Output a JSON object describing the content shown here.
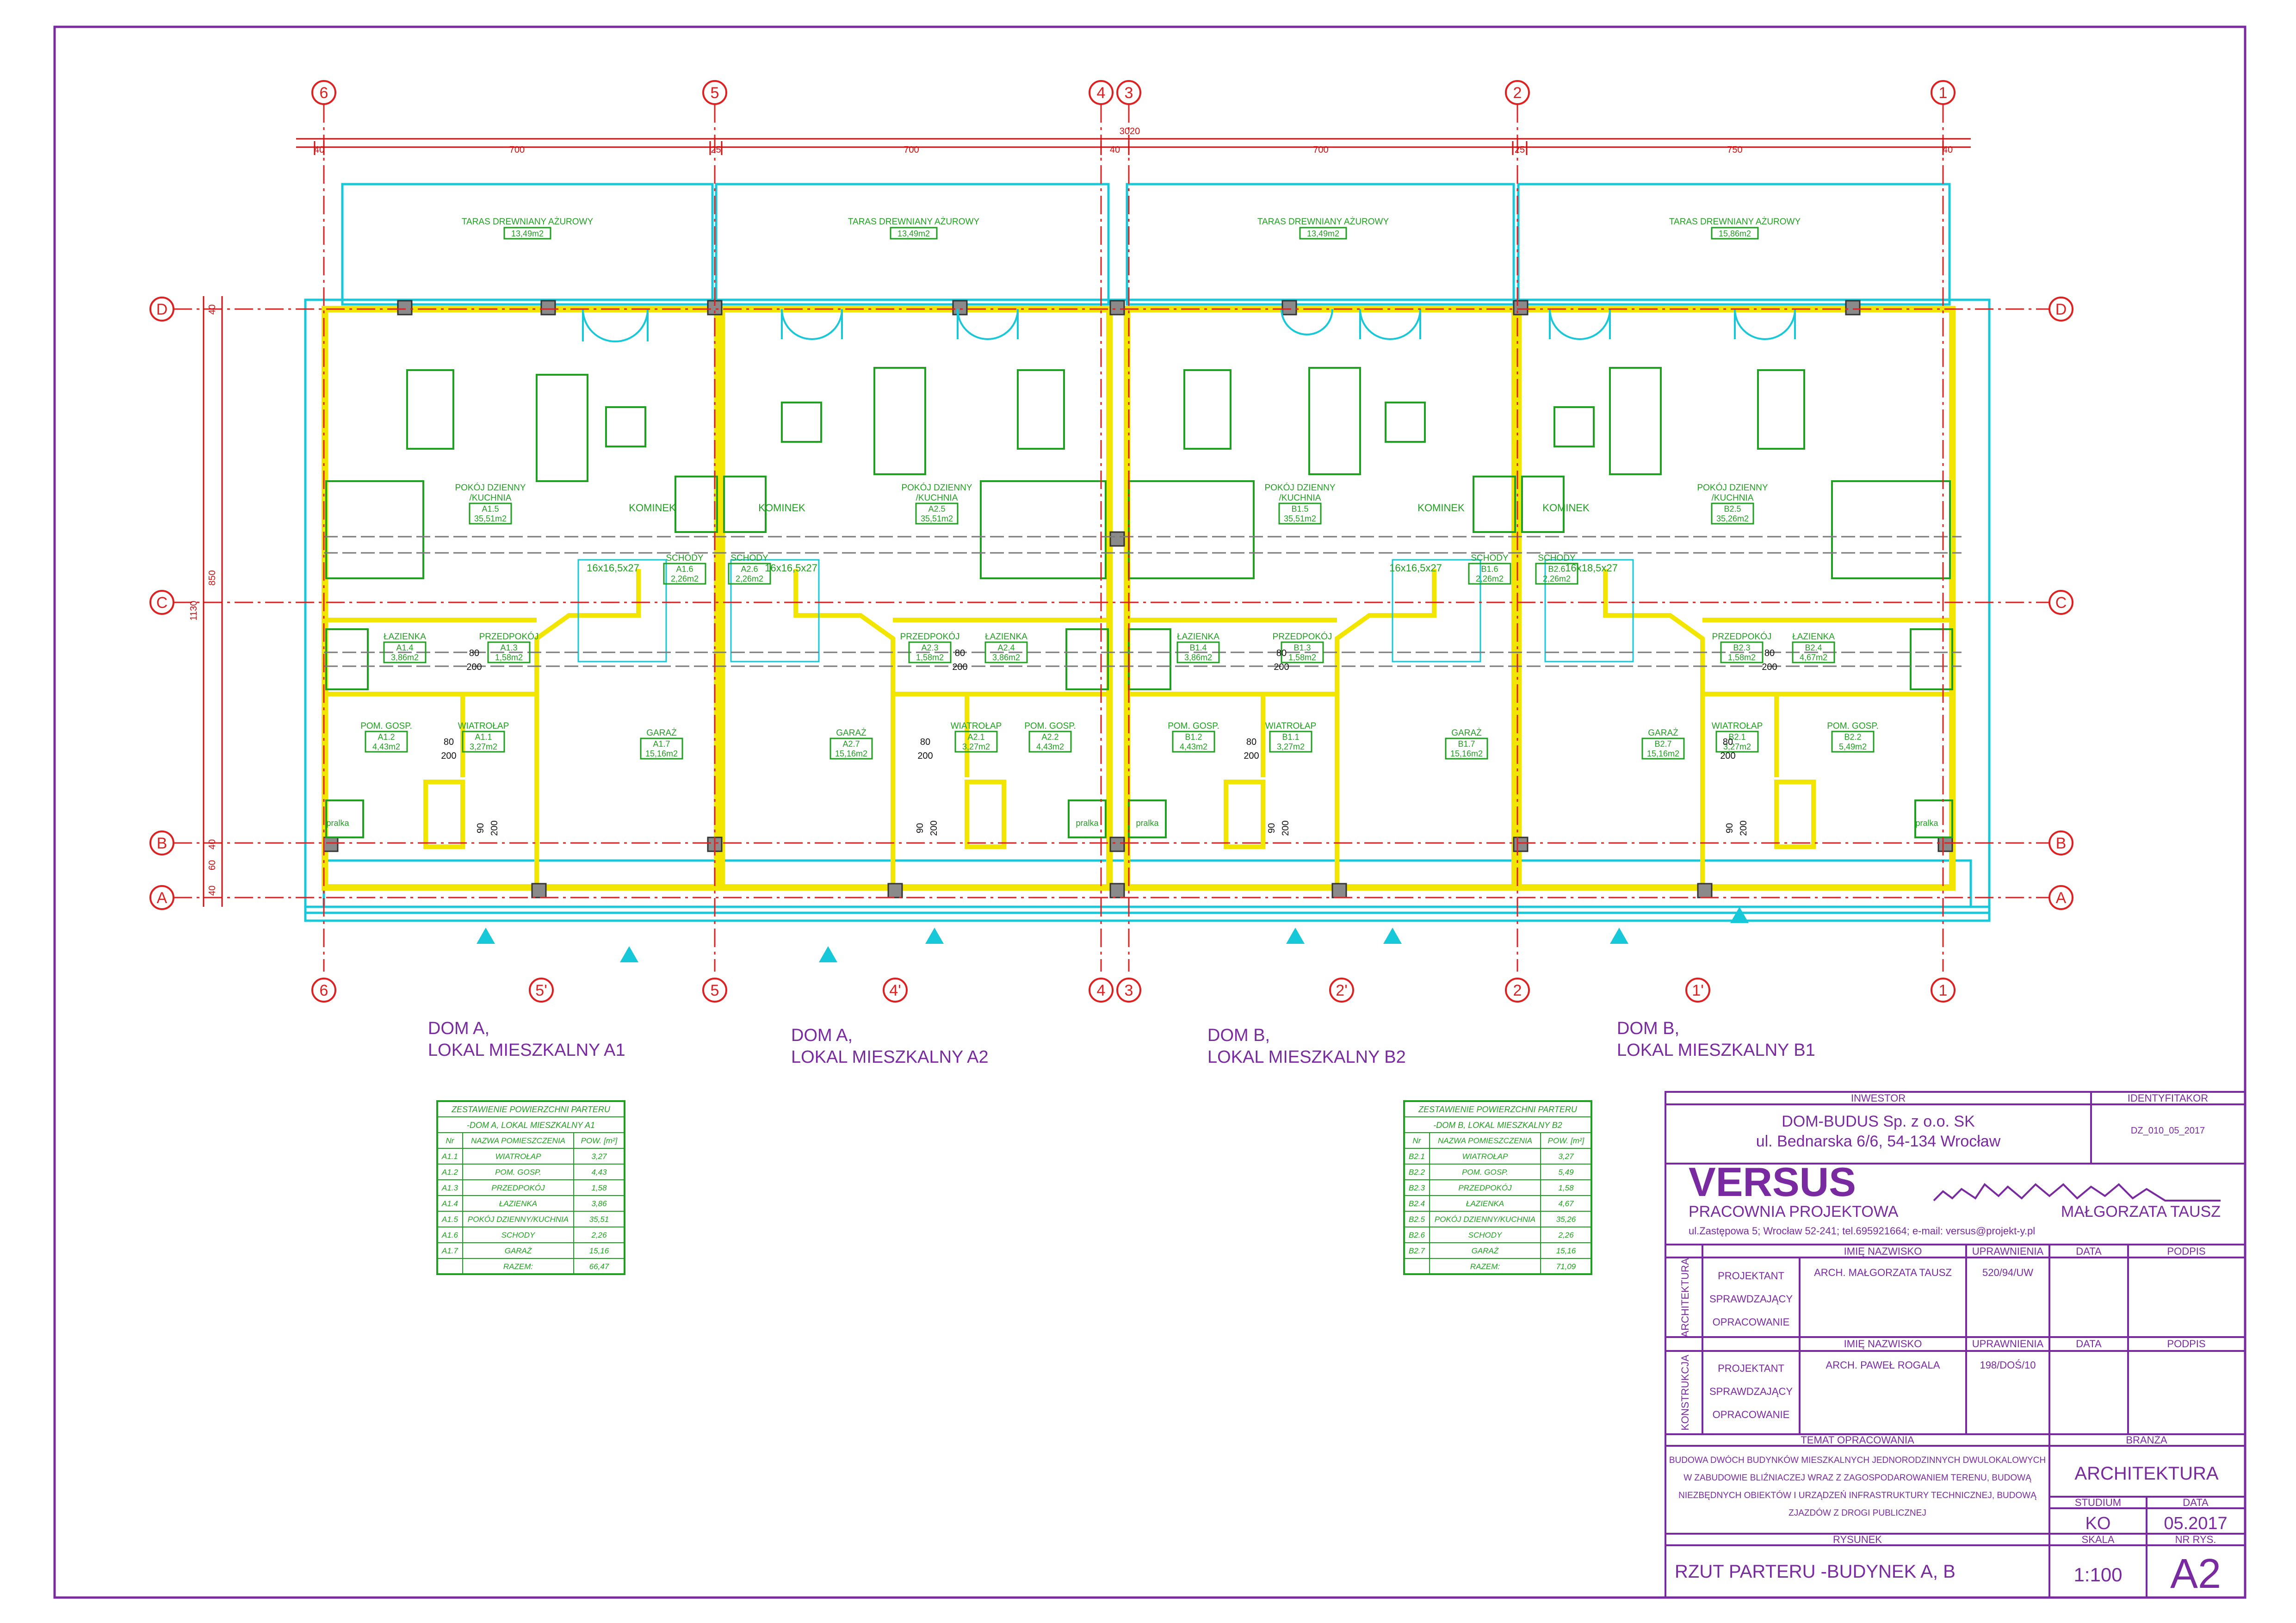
{
  "axes": {
    "vertical_top": [
      "6",
      "5",
      "4",
      "3",
      "2",
      "1"
    ],
    "vertical_bottom": [
      "6",
      "5'",
      "5",
      "4'",
      "4",
      "3",
      "2'",
      "2",
      "1'",
      "1"
    ],
    "horizontal": [
      "D",
      "C",
      "B",
      "A"
    ]
  },
  "dimensions": {
    "total": "3020",
    "segments": [
      "40",
      "700",
      "25",
      "700",
      "40",
      "700",
      "25",
      "750",
      "40"
    ],
    "vertical_total": "1130",
    "vertical_segments": [
      "40",
      "850",
      "40",
      "60",
      "40"
    ]
  },
  "terraces": [
    {
      "label": "TARAS DREWNIANY AŻUROWY",
      "area": "13,49m2"
    },
    {
      "label": "TARAS DREWNIANY AŻUROWY",
      "area": "13,49m2"
    },
    {
      "label": "TARAS DREWNIANY AŻUROWY",
      "area": "13,49m2"
    },
    {
      "label": "TARAS DREWNIANY AŻUROWY",
      "area": "15,86m2"
    }
  ],
  "living_rooms": [
    {
      "label": "POKÓJ DZIENNY",
      "label2": "/KUCHNIA",
      "code": "A1.5",
      "area": "35,51m2"
    },
    {
      "label": "POKÓJ DZIENNY",
      "label2": "/KUCHNIA",
      "code": "A2.5",
      "area": "35,51m2"
    },
    {
      "label": "POKÓJ DZIENNY",
      "label2": "/KUCHNIA",
      "code": "B1.5",
      "area": "35,51m2"
    },
    {
      "label": "POKÓJ DZIENNY",
      "label2": "/KUCHNIA",
      "code": "B2.5",
      "area": "35,26m2"
    }
  ],
  "fireplace_label": "KOMINEK",
  "stairs": [
    {
      "label": "SCHODY",
      "code": "A1.6",
      "area": "2,26m2",
      "steps": "16x16,5x27"
    },
    {
      "label": "SCHODY",
      "code": "A2.6",
      "area": "2,26m2",
      "steps": "16x16,5x27"
    },
    {
      "label": "SCHODY",
      "code": "B1.6",
      "area": "2,26m2",
      "steps": "16x16,5x27"
    },
    {
      "label": "SCHODY",
      "code": "B2.6",
      "area": "2,26m2",
      "steps": "16x18,5x27"
    }
  ],
  "rooms": [
    {
      "label": "ŁAZIENKA",
      "code": "A1.4",
      "area": "3,86m2"
    },
    {
      "label": "PRZEDPOKÓJ",
      "code": "A1.3",
      "area": "1,58m2"
    },
    {
      "label": "POM. GOSP.",
      "code": "A1.2",
      "area": "4,43m2"
    },
    {
      "label": "WIATROŁAP",
      "code": "A1.1",
      "area": "3,27m2"
    },
    {
      "label": "GARAŻ",
      "code": "A1.7",
      "area": "15,16m2"
    },
    {
      "label": "GARAŻ",
      "code": "A2.7",
      "area": "15,16m2"
    },
    {
      "label": "PRZEDPOKÓJ",
      "code": "A2.3",
      "area": "1,58m2"
    },
    {
      "label": "ŁAZIENKA",
      "code": "A2.4",
      "area": "3,86m2"
    },
    {
      "label": "WIATROŁAP",
      "code": "A2.1",
      "area": "3,27m2"
    },
    {
      "label": "POM. GOSP.",
      "code": "A2.2",
      "area": "4,43m2"
    },
    {
      "label": "ŁAZIENKA",
      "code": "B1.4",
      "area": "3,86m2"
    },
    {
      "label": "PRZEDPOKÓJ",
      "code": "B1.3",
      "area": "1,58m2"
    },
    {
      "label": "POM. GOSP.",
      "code": "B1.2",
      "area": "4,43m2"
    },
    {
      "label": "WIATROŁAP",
      "code": "B1.1",
      "area": "3,27m2"
    },
    {
      "label": "GARAŻ",
      "code": "B1.7",
      "area": "15,16m2"
    },
    {
      "label": "GARAŻ",
      "code": "B2.7",
      "area": "15,16m2"
    },
    {
      "label": "PRZEDPOKÓJ",
      "code": "B2.3",
      "area": "1,58m2"
    },
    {
      "label": "ŁAZIENKA",
      "code": "B2.4",
      "area": "4,67m2"
    },
    {
      "label": "WIATROŁAP",
      "code": "B2.1",
      "area": "3,27m2"
    },
    {
      "label": "POM. GOSP.",
      "code": "B2.2",
      "area": "5,49m2"
    }
  ],
  "door_labels": {
    "a": "80",
    "b": "200",
    "c": "90",
    "d": "200",
    "pralka": "pralka"
  },
  "units": [
    {
      "line1": "DOM A,",
      "line2": "LOKAL MIESZKALNY A1"
    },
    {
      "line1": "DOM A,",
      "line2": "LOKAL MIESZKALNY A2"
    },
    {
      "line1": "DOM B,",
      "line2": "LOKAL MIESZKALNY B2"
    },
    {
      "line1": "DOM B,",
      "line2": "LOKAL MIESZKALNY B1"
    }
  ],
  "tables": [
    {
      "title1": "ZESTAWIENIE POWIERZCHNI PARTERU",
      "title2": "-DOM A, LOKAL MIESZKALNY A1",
      "headers": [
        "Nr",
        "NAZWA POMIESZCZENIA",
        "POW. [m²]"
      ],
      "rows": [
        [
          "A1.1",
          "WIATROŁAP",
          "3,27"
        ],
        [
          "A1.2",
          "POM. GOSP.",
          "4,43"
        ],
        [
          "A1.3",
          "PRZEDPOKÓJ",
          "1,58"
        ],
        [
          "A1.4",
          "ŁAZIENKA",
          "3,86"
        ],
        [
          "A1.5",
          "POKÓJ DZIENNY/KUCHNIA",
          "35,51"
        ],
        [
          "A1.6",
          "SCHODY",
          "2,26"
        ],
        [
          "A1.7",
          "GARAŻ",
          "15,16"
        ]
      ],
      "total": [
        "RAZEM:",
        "66,47"
      ]
    },
    {
      "title1": "ZESTAWIENIE POWIERZCHNI PARTERU",
      "title2": "-DOM B, LOKAL MIESZKALNY B2",
      "headers": [
        "Nr",
        "NAZWA POMIESZCZENIA",
        "POW. [m²]"
      ],
      "rows": [
        [
          "B2.1",
          "WIATROŁAP",
          "3,27"
        ],
        [
          "B2.2",
          "POM. GOSP.",
          "5,49"
        ],
        [
          "B2.3",
          "PRZEDPOKÓJ",
          "1,58"
        ],
        [
          "B2.4",
          "ŁAZIENKA",
          "4,67"
        ],
        [
          "B2.5",
          "POKÓJ DZIENNY/KUCHNIA",
          "35,26"
        ],
        [
          "B2.6",
          "SCHODY",
          "2,26"
        ],
        [
          "B2.7",
          "GARAŻ",
          "15,16"
        ]
      ],
      "total": [
        "RAZEM:",
        "71,09"
      ]
    }
  ],
  "title_block": {
    "investor_hdr": "INWESTOR",
    "investor_1": "DOM-BUDUS Sp. z o.o. SK",
    "investor_2": "ul. Bednarska 6/6, 54-134 Wrocław",
    "id_hdr": "IDENTYFITAKOR",
    "id_val": "DZ_010_05_2017",
    "logo": "VERSUS",
    "office": "PRACOWNIA PROJEKTOWA",
    "architect": "MAŁGORZATA TAUSZ",
    "address": "ul.Zastępowa 5; Wrocław 52-241; tel.695921664;   e-mail: versus@projekt-y.pl",
    "col_name": "IMIĘ NAZWISKO",
    "col_name2": "IMIĘ  NAZWISKO",
    "col_perm": "UPRAWNIENIA",
    "col_date": "DATA",
    "col_sign": "PODPIS",
    "sec1": "ARCHITEKTURA",
    "sec2": "KONSTRUKCJA",
    "roles": [
      "PROJEKTANT",
      "SPRAWDZAJĄCY",
      "OPRACOWANIE"
    ],
    "person1": "ARCH. MAŁGORZATA TAUSZ",
    "perm1": "520/94/UW",
    "person2": "ARCH. PAWEŁ ROGALA",
    "perm2": "198/DOŚ/10",
    "topic_hdr": "TEMAT OPRACOWANIA",
    "branch_hdr": "BRANŻA",
    "topic": [
      "BUDOWA DWÓCH BUDYNKÓW MIESZKALNYCH JEDNORODZINNYCH DWULOKALOWYCH",
      "W ZABUDOWIE BLIŹNIACZEJ WRAZ Z ZAGOSPODAROWANIEM TERENU, BUDOWĄ",
      "NIEZBĘDNYCH OBIEKTÓW I URZĄDZEŃ INFRASTRUKTURY TECHNICZNEJ, BUDOWĄ",
      "ZJAZDÓW Z DROGI PUBLICZNEJ"
    ],
    "branch": "ARCHITEKTURA",
    "stage_hdr": "STUDIUM",
    "stage": "KO",
    "date_hdr": "DATA",
    "date": "05.2017",
    "drawing_hdr": "RYSUNEK",
    "scale_hdr": "SKALA",
    "no_hdr": "NR RYS.",
    "drawing": "RZUT PARTERU  -BUDYNEK A, B",
    "scale": "1:100",
    "number": "A2"
  },
  "colors": {
    "axis": "#e02020",
    "wall": "#f2e600",
    "furniture": "#20a020",
    "window": "#16c8d8",
    "frame": "#7a2aa0",
    "dim": "#d01010"
  }
}
